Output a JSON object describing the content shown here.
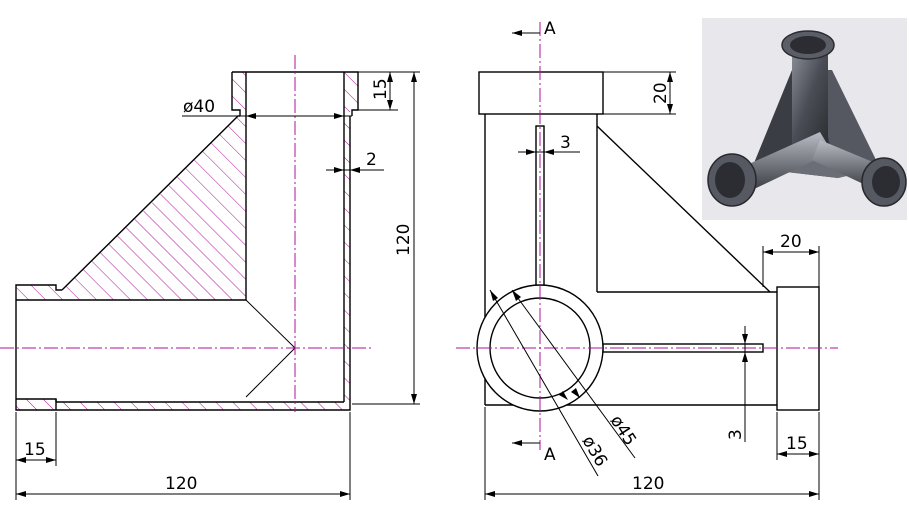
{
  "dimensions": {
    "front_diameter": "ø40",
    "front_top_height": "15",
    "front_wall": "2",
    "front_height": "120",
    "front_left_width": "15",
    "front_total_width": "120",
    "side_top_height": "20",
    "side_rib": "3",
    "side_right_width": "20",
    "side_rib_bottom": "3",
    "side_right_bottom": "15",
    "side_total_width": "120",
    "inner_diameter": "ø36",
    "outer_diameter": "ø45"
  },
  "section_marks": {
    "top": "A",
    "bottom": "A"
  },
  "colors": {
    "outline": "#000000",
    "center_line": "#b0139a",
    "hatch": "#b0139a",
    "model_bg": "#e7e7ec",
    "model_body": "#4a4d55"
  }
}
